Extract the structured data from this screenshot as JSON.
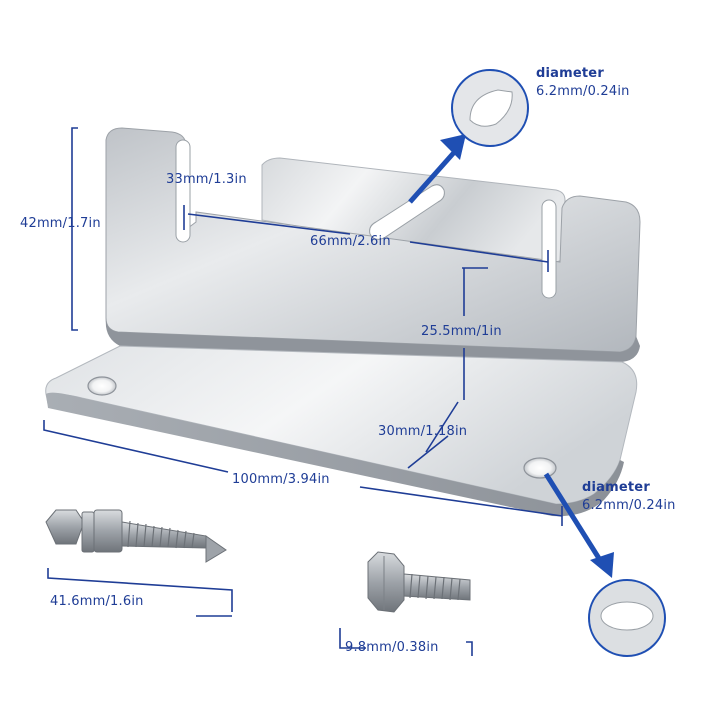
{
  "labels": {
    "height": "42mm/1.7in",
    "slot_width": "33mm/1.3in",
    "inner_length": "66mm/2.6in",
    "back_height": "25.5mm/1in",
    "base_depth": "30mm/1.18in",
    "total_length": "100mm/3.94in",
    "screw_length": "41.6mm/1.6in",
    "bolt_length": "9.8mm/0.38in"
  },
  "callouts": {
    "top": {
      "title": "diameter",
      "value": "6.2mm/0.24in"
    },
    "bottom": {
      "title": "diameter",
      "value": "6.2mm/0.24in"
    }
  },
  "colors": {
    "dimension": "#1f3d96",
    "metal_light": "#f1f2f4",
    "metal_dark": "#9ea3aa"
  }
}
